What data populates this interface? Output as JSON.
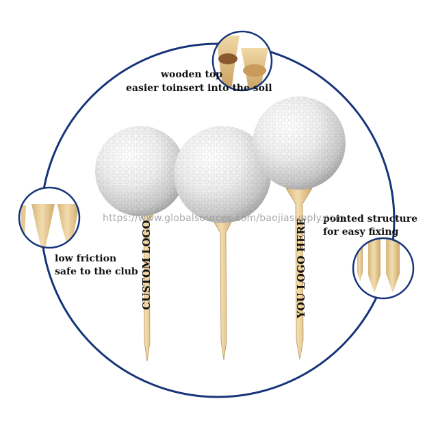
{
  "callouts": {
    "top_line1": "wooden top",
    "top_line2": "easier toinsert into the soil",
    "left_line1": "low friction",
    "left_line2": "safe to the club",
    "right_line1": "pointed  structure",
    "right_line2": "for easy fixing"
  },
  "tee_labels": {
    "left": "CUSTOM LOGO",
    "right": "YOU LOGO HERE"
  },
  "watermark": "https://www.globalsources.com/baojiasupply.com",
  "colors": {
    "ring": "#16347a",
    "wood": "#e9cf98",
    "wood_dark": "#c9a464",
    "ball": "#e4e4e4"
  }
}
